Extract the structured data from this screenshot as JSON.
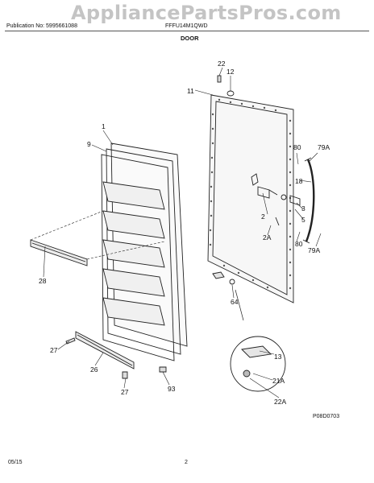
{
  "header": {
    "watermark": "AppliancePartsPros.com",
    "publication": "Publication No: 5995661088",
    "model": "FFFU14M1QWD",
    "section_title": "DOOR"
  },
  "callouts": [
    "22",
    "12",
    "11",
    "1",
    "9",
    "80",
    "79A",
    "18",
    "3",
    "5",
    "2",
    "2A",
    "80",
    "79A",
    "28",
    "64",
    "13",
    "21A",
    "22A",
    "27",
    "26",
    "27",
    "93"
  ],
  "footer": {
    "date": "05/15",
    "page": "2",
    "drawing_code": "P08D0703"
  }
}
